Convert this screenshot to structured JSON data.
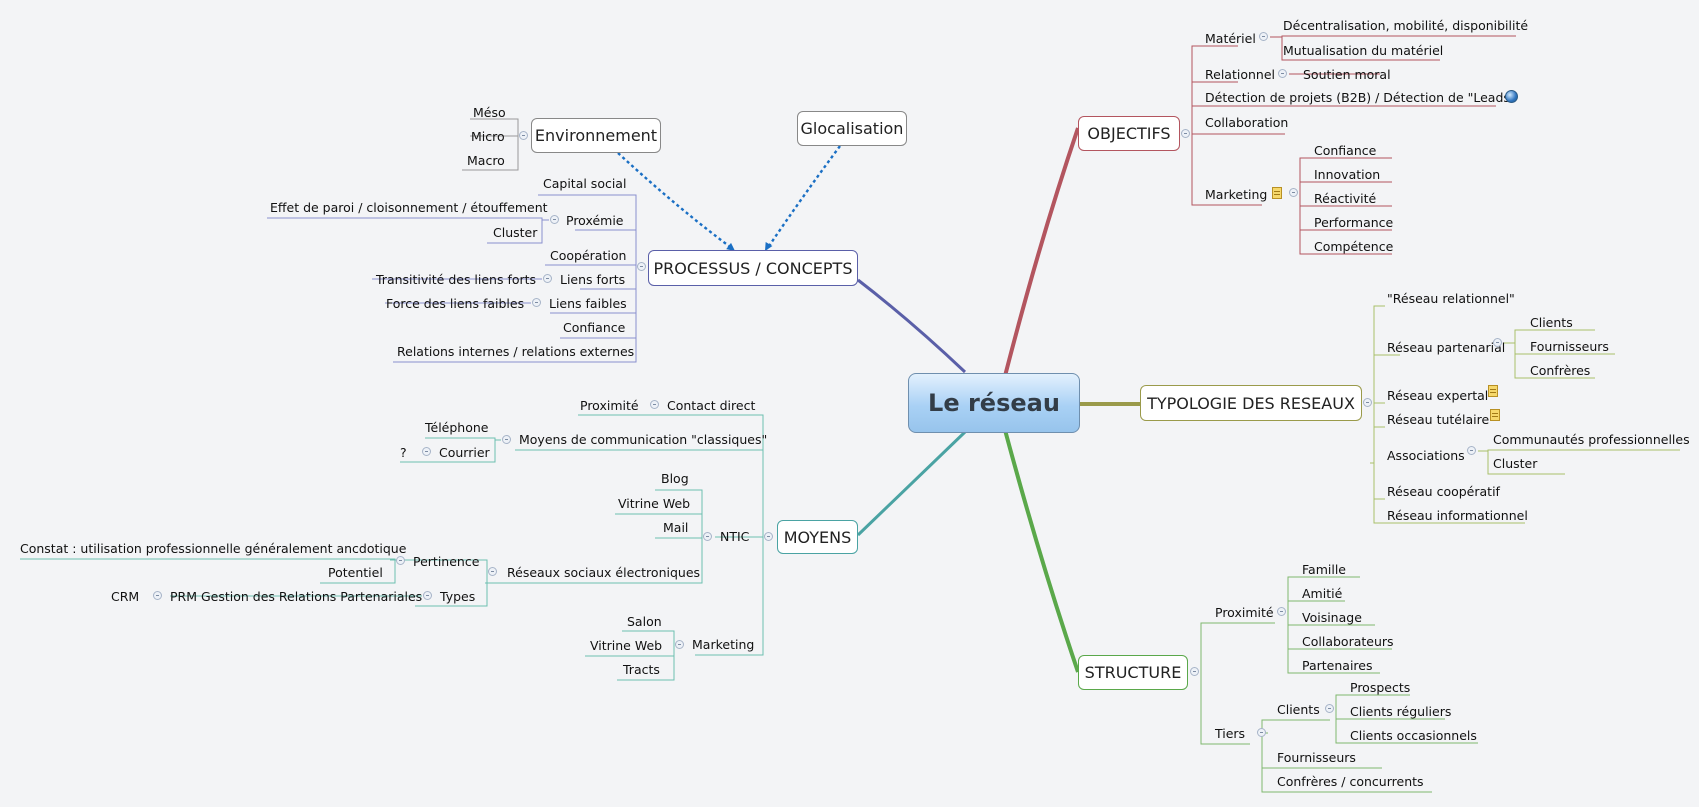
{
  "central": {
    "label": "Le réseau"
  },
  "colors": {
    "objectifs": "#b3555f",
    "typologie": "#9a9a4a",
    "structure": "#5aa84a",
    "moyens": "#4aa3a3",
    "processus": "#5a5fa8",
    "relation_arrow": "#1a6fc4"
  },
  "topics": {
    "objectifs": "OBJECTIFS",
    "typologie": "TYPOLOGIE DES RESEAUX",
    "structure": "STRUCTURE",
    "moyens": "MOYENS",
    "processus": "PROCESSUS / CONCEPTS",
    "environnement": "Environnement",
    "glocalisation": "Glocalisation"
  },
  "objectifs": {
    "materiel": "Matériel",
    "materiel_children": [
      "Décentralisation, mobilité, disponibilité",
      "Mutualisation du matériel"
    ],
    "relationnel": "Relationnel",
    "relationnel_child": "Soutien moral",
    "detection": "Détection de projets (B2B) / Détection de \"Leads\"",
    "collaboration": "Collaboration",
    "marketing": "Marketing",
    "marketing_children": [
      "Confiance",
      "Innovation",
      "Réactivité",
      "Performance",
      "Compétence"
    ]
  },
  "typologie": {
    "relationnel": "\"Réseau relationnel\"",
    "partenarial": "Réseau partenarial",
    "partenarial_children": [
      "Clients",
      "Fournisseurs",
      "Confrères"
    ],
    "expertal": "Réseau expertal",
    "tutelaire": "Réseau tutélaire",
    "associations": "Associations",
    "associations_children": [
      "Communautés professionnelles",
      "Cluster"
    ],
    "cooperatif": "Réseau coopératif",
    "informationnel": "Réseau informationnel"
  },
  "structure": {
    "proximite": "Proximité",
    "proximite_children": [
      "Famille",
      "Amitié",
      "Voisinage",
      "Collaborateurs",
      "Partenaires"
    ],
    "tiers": "Tiers",
    "clients": "Clients",
    "clients_children": [
      "Prospects",
      "Clients réguliers",
      "Clients occasionnels"
    ],
    "fournisseurs": "Fournisseurs",
    "confreres": "Confrères / concurrents"
  },
  "moyens": {
    "proximite": "Proximité",
    "contact": "Contact direct",
    "classiques": "Moyens de communication \"classiques\"",
    "telephone": "Téléphone",
    "courrier": "Courrier",
    "question": "?",
    "ntic": "NTIC",
    "ntic_children": [
      "Blog",
      "Vitrine Web",
      "Mail"
    ],
    "reseaux_sociaux": "Réseaux sociaux électroniques",
    "pertinence": "Pertinence",
    "constat": "Constat : utilisation professionnelle généralement ancdotique",
    "potentiel": "Potentiel",
    "types": "Types",
    "prm": "PRM Gestion des Relations Partenariales",
    "crm": "CRM",
    "marketing": "Marketing",
    "marketing_children": [
      "Salon",
      "Vitrine Web",
      "Tracts"
    ]
  },
  "processus": {
    "capital_social": "Capital social",
    "proxemie": "Proxémie",
    "effet_paroi": "Effet de paroi / cloisonnement / étouffement",
    "cluster": "Cluster",
    "cooperation": "Coopération",
    "liens_forts": "Liens forts",
    "transitivite": "Transitivité des liens forts",
    "liens_faibles": "Liens faibles",
    "force_liens": "Force des liens faibles",
    "confiance": "Confiance",
    "relations": "Relations internes / relations externes"
  },
  "environnement": {
    "children": [
      "Méso",
      "Micro",
      "Macro"
    ]
  }
}
